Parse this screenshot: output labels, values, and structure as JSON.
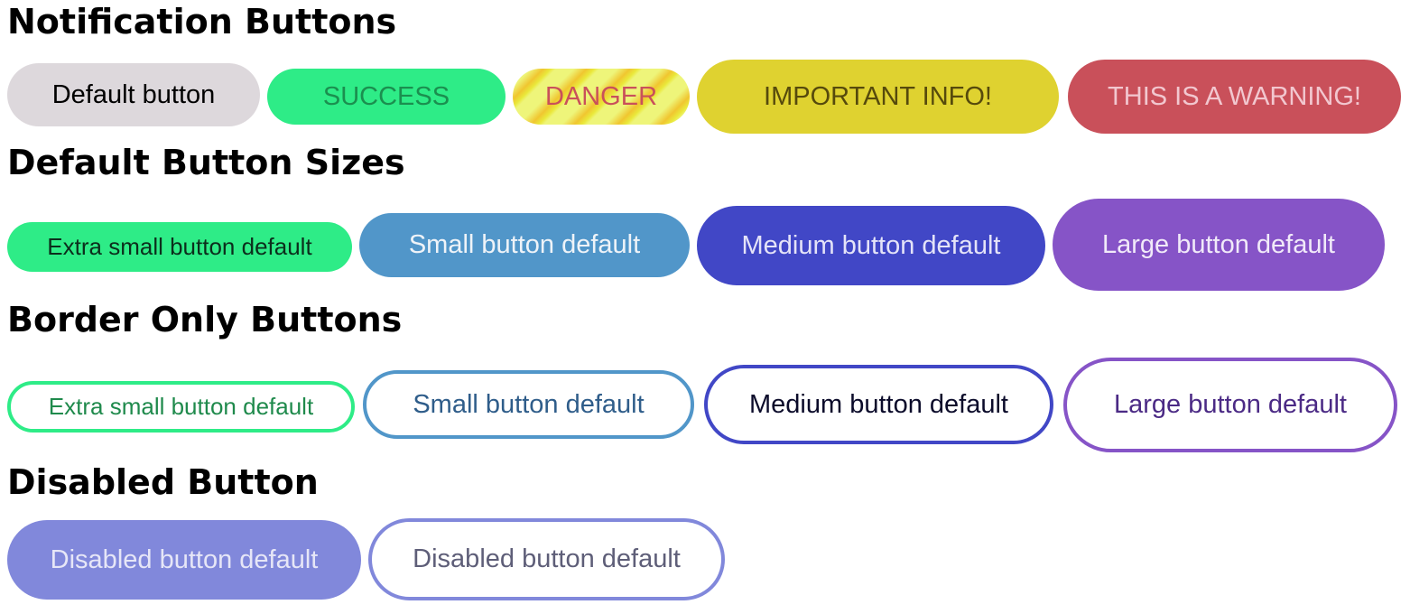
{
  "sections": [
    {
      "title": "Notification Buttons"
    },
    {
      "title": "Default Button Sizes"
    },
    {
      "title": "Border Only Buttons"
    },
    {
      "title": "Disabled Button"
    }
  ],
  "notification_buttons": [
    {
      "label": "Default button",
      "bg": "#ddd8dc",
      "text_color": "#000000"
    },
    {
      "label": "SUCCESS",
      "bg": "#2eec87",
      "text_color": "#1b8f4f"
    },
    {
      "label": "DANGER",
      "bg": "striped-yellow",
      "text_color": "#c9505a"
    },
    {
      "label": "IMPORTANT INFO!",
      "bg": "#dfd230",
      "text_color": "#564a0c"
    },
    {
      "label": "THIS IS A WARNING!",
      "bg": "#c9505a",
      "text_color": "#f2c7cf"
    }
  ],
  "size_buttons": [
    {
      "label": "Extra small button default",
      "size": "xs",
      "bg": "#2eec87",
      "text_color": "#0c2e1c"
    },
    {
      "label": "Small button default",
      "size": "sm",
      "bg": "#5196c9",
      "text_color": "#eef3f8"
    },
    {
      "label": "Medium button default",
      "size": "md",
      "bg": "#4147c6",
      "text_color": "#e4e3f8"
    },
    {
      "label": "Large button default",
      "size": "lg",
      "bg": "#8654c7",
      "text_color": "#f1eaf9"
    }
  ],
  "border_buttons": [
    {
      "label": "Extra small button default",
      "size": "xs",
      "border": "#2eec87",
      "text_color": "#1f8a4c"
    },
    {
      "label": "Small button default",
      "size": "sm",
      "border": "#5196c9",
      "text_color": "#2f5d8a"
    },
    {
      "label": "Medium button default",
      "size": "md",
      "border": "#4147c6",
      "text_color": "#0b0b2a"
    },
    {
      "label": "Large button default",
      "size": "lg",
      "border": "#8654c7",
      "text_color": "#4b2a85"
    }
  ],
  "disabled_buttons": [
    {
      "label": "Disabled button default",
      "variant": "filled",
      "bg": "#8188db",
      "text_color": "#e6e6f7"
    },
    {
      "label": "Disabled button default",
      "variant": "outline",
      "border": "#8188db",
      "text_color": "#5e5e78"
    }
  ]
}
